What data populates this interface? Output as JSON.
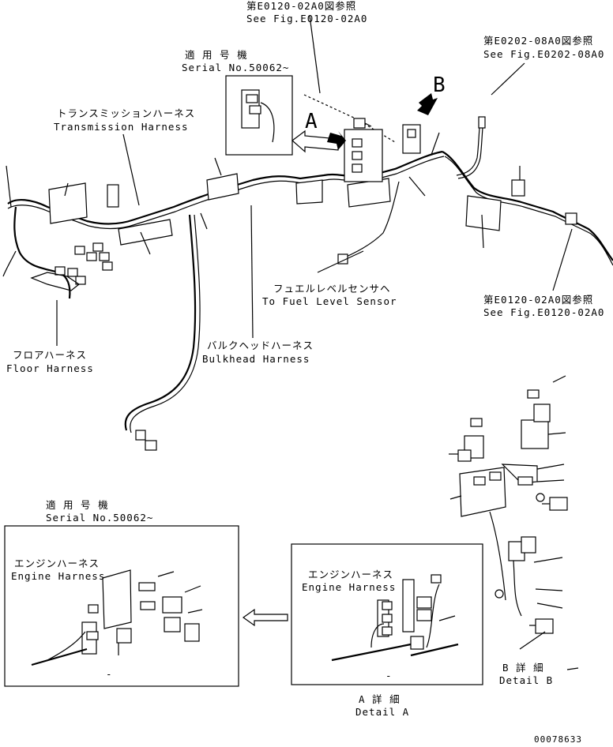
{
  "refs": {
    "top_jp": "第E0120-02A0図参照",
    "top_en": "See Fig.E0120-02A0",
    "right_top_jp": "第E0202-08A0図参照",
    "right_top_en": "See Fig.E0202-08A0",
    "right_mid_jp": "第E0120-02A0図参照",
    "right_mid_en": "See Fig.E0120-02A0"
  },
  "serial_top": {
    "jp": "適 用 号 機",
    "en": "Serial No.50062~"
  },
  "serial_bottom": {
    "jp": "適 用 号 機",
    "en": "Serial No.50062~"
  },
  "labels": {
    "transmission_jp": "トランスミッションハーネス",
    "transmission_en": "Transmission Harness",
    "floor_jp": "フロアハーネス",
    "floor_en": "Floor Harness",
    "bulkhead_jp": "バルクヘッドハーネス",
    "bulkhead_en": "Bulkhead Harness",
    "fuel_jp": "フュエルレベルセンサヘ",
    "fuel_en": "To Fuel Level Sensor",
    "engine1_jp": "エンジンハーネス",
    "engine1_en": "Engine Harness",
    "engine2_jp": "エンジンハーネス",
    "engine2_en": "Engine Harness"
  },
  "markers": {
    "a": "A",
    "b": "B"
  },
  "details": {
    "a_jp": "A 詳 細",
    "a_en": "Detail A",
    "b_jp": "B 詳 細",
    "b_en": "Detail B"
  },
  "inner_marks": {
    "detail_a": "-",
    "serial_box": "-"
  },
  "drawing_no": "00078633"
}
